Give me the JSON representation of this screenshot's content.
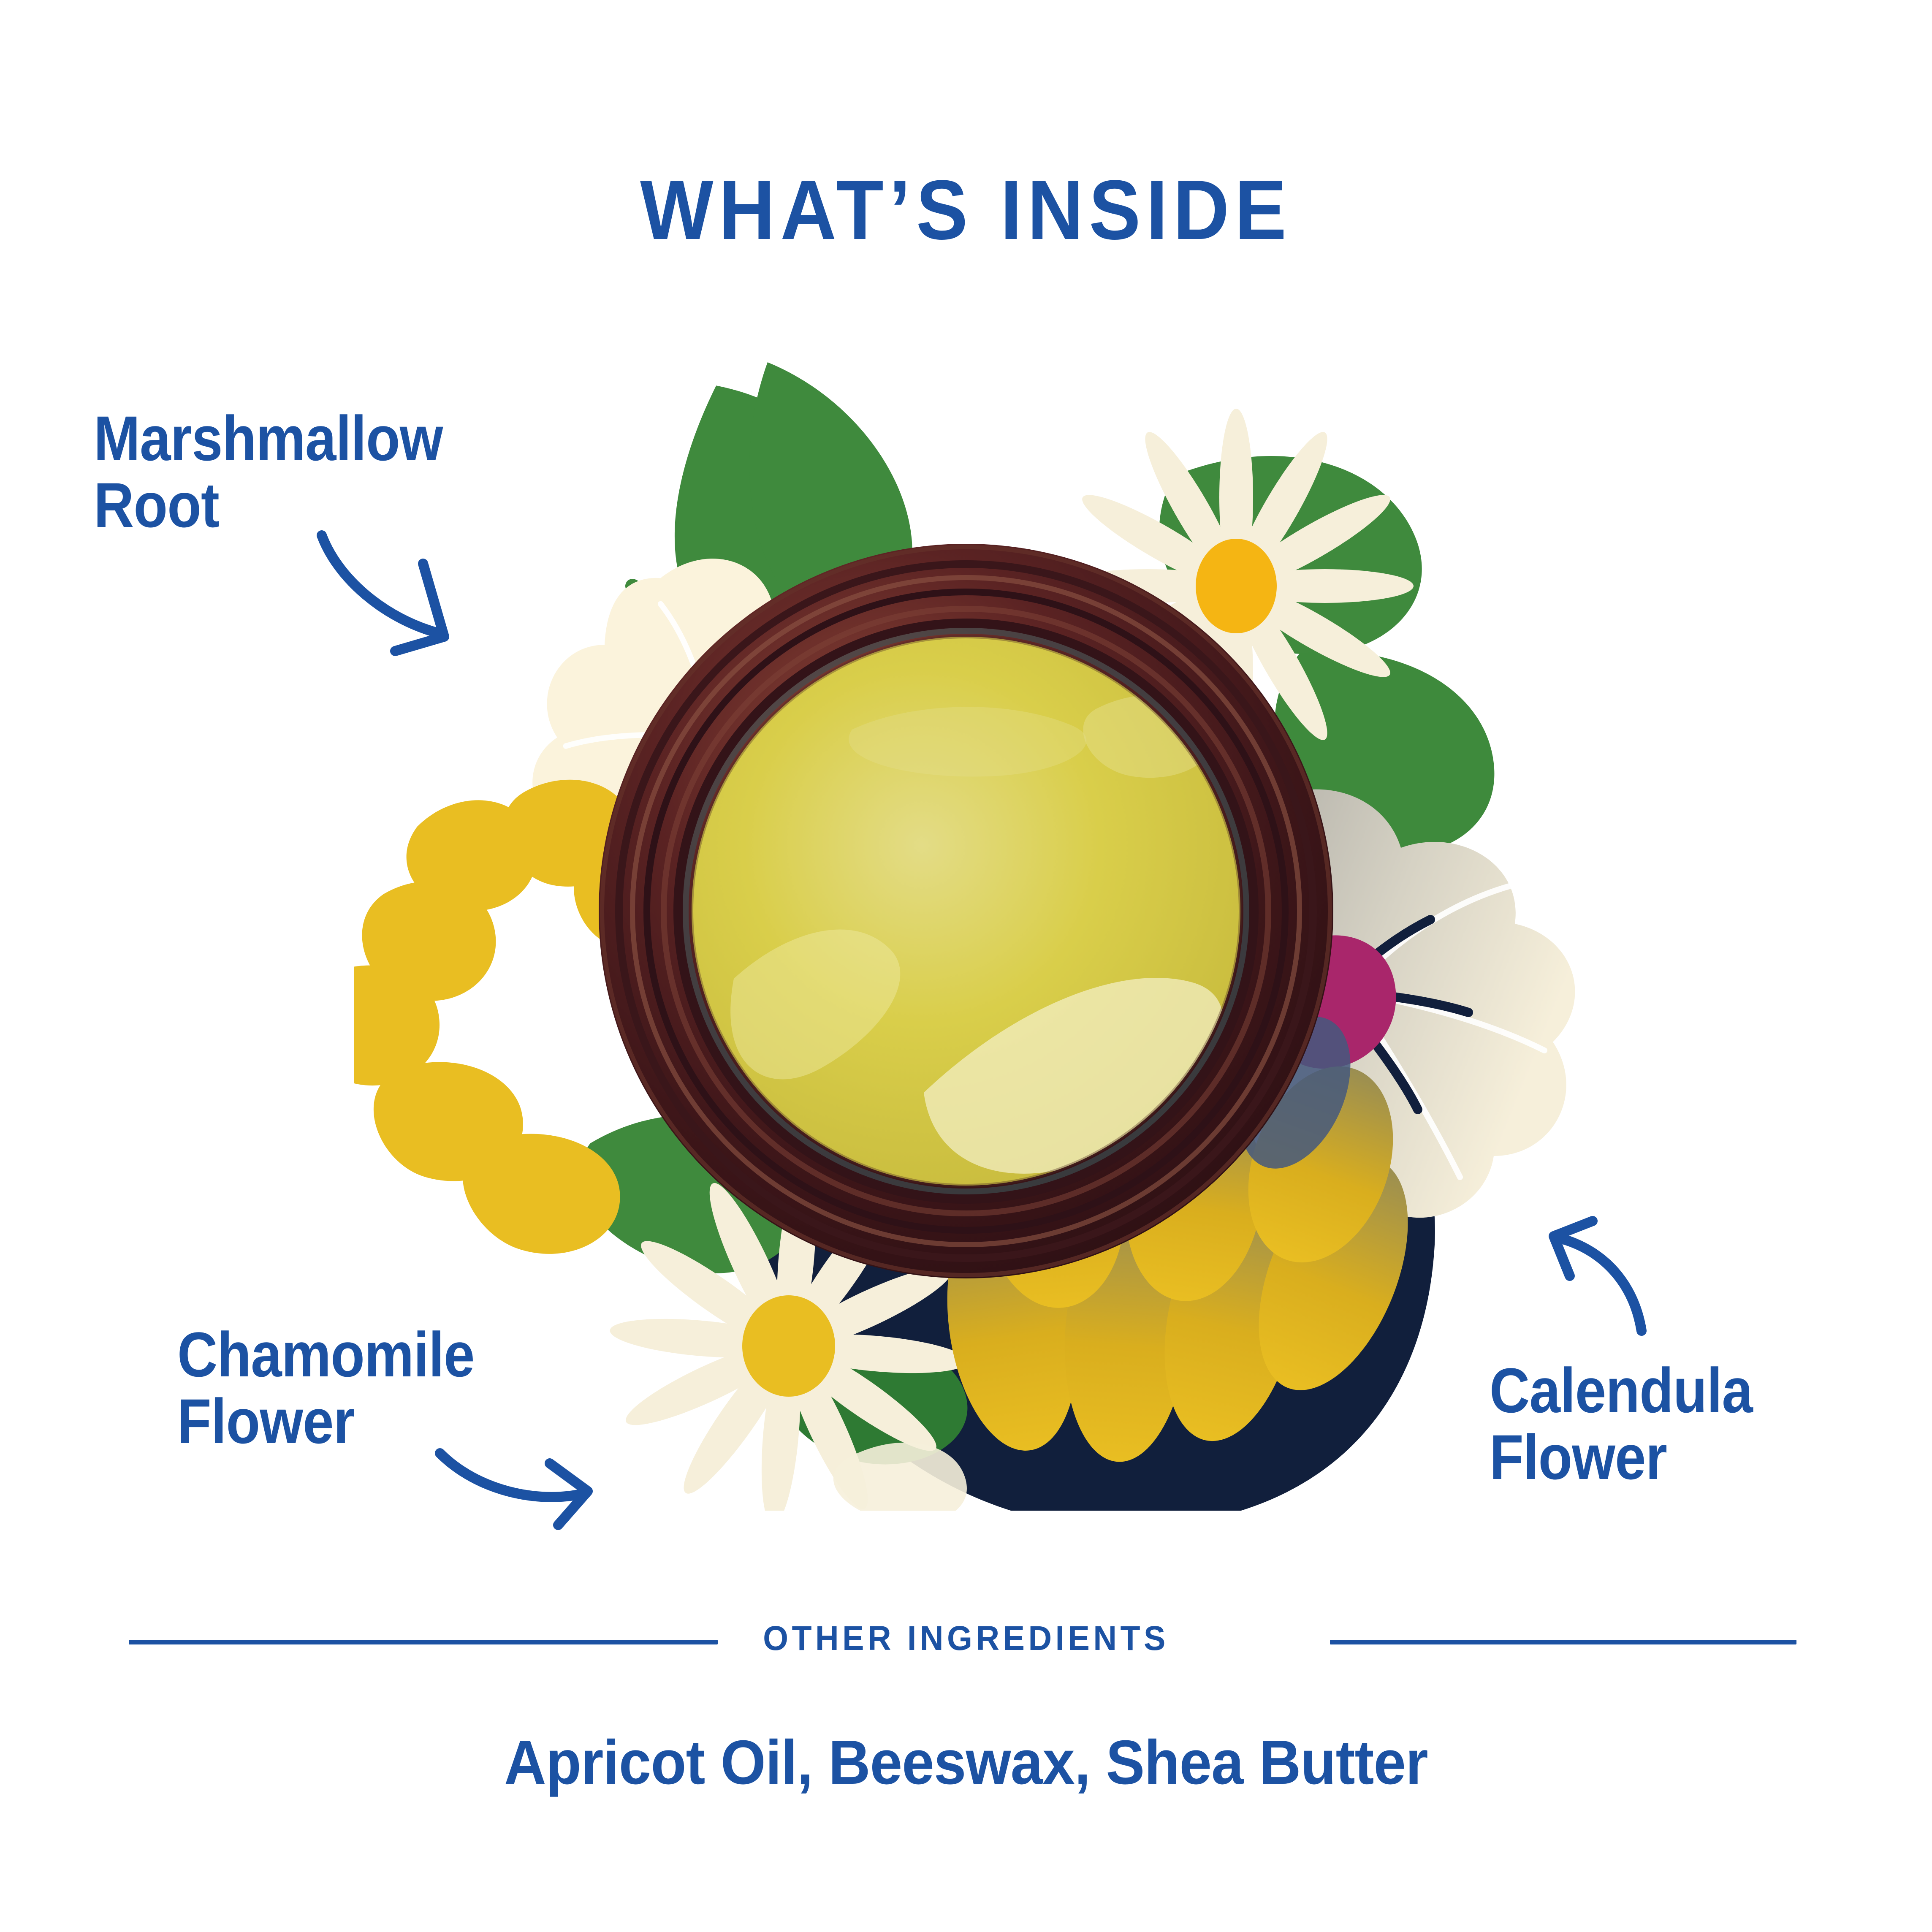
{
  "header": {
    "title": "WHAT’S INSIDE"
  },
  "callouts": [
    {
      "id": "marshmallow",
      "label": "Marshmallow\nRoot",
      "arrow": "curved-arrow-down-right-icon"
    },
    {
      "id": "chamomile",
      "label": "Chamomile\nFlower",
      "arrow": "curved-arrow-right-icon"
    },
    {
      "id": "calendula",
      "label": "Calendula\nFlower",
      "arrow": "curved-arrow-up-left-icon"
    }
  ],
  "artwork": {
    "name": "balm-jar-with-botanical-illustration",
    "description": "Open dark-amber glass jar of yellow-green balm surrounded by illustrated calendula, chamomile and marshmallow flowers and green leaves"
  },
  "footer": {
    "section_label": "OTHER INGREDIENTS",
    "ingredients": "Apricot Oil, Beeswax, Shea Butter"
  },
  "colors": {
    "brand_blue": "#1C52A3",
    "cream": "#FBF3DC",
    "cream_light": "#FDF8E8",
    "gold": "#E9BE22",
    "gold_deep": "#F5B513",
    "green": "#3F8A3D",
    "green_dark": "#2E7A33",
    "magenta": "#A9266B",
    "navy": "#111F3C",
    "steel_blue": "#5E86C5",
    "jar_rim_dark": "#40191C",
    "jar_rim_mid": "#7A3A2C",
    "jar_rim_light": "#A8705A",
    "balm_yellow": "#D9CE4A",
    "balm_yellow_light": "#E6E08A",
    "background": "#FFFFFF"
  }
}
